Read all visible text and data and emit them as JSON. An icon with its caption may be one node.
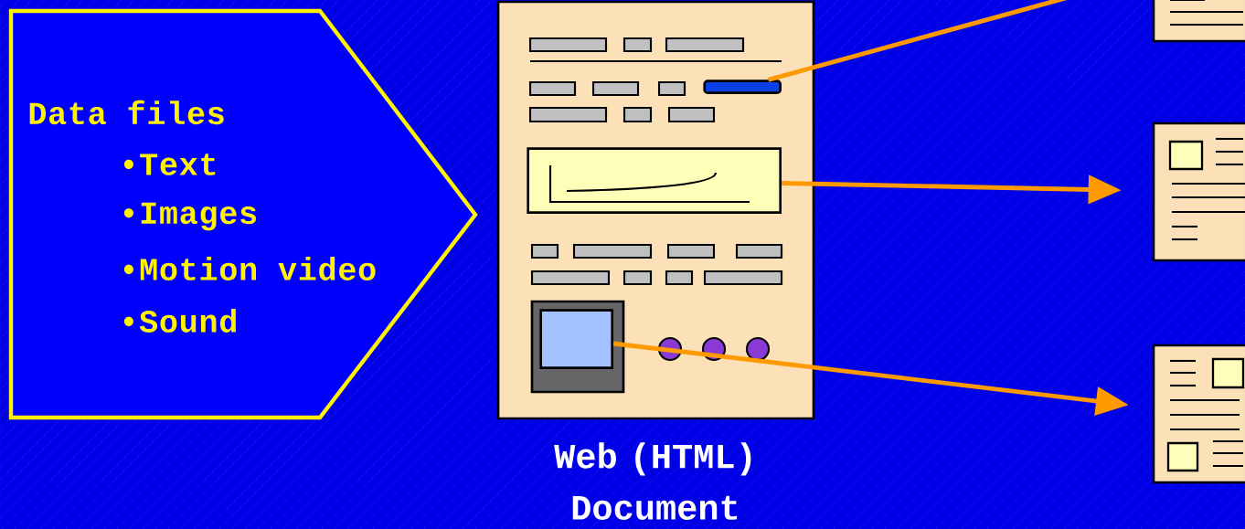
{
  "diagram": {
    "nodes": [
      {
        "text": [
          "Data files",
          "•Text",
          "•Images",
          "•Motion video",
          "•Sound"
        ]
      },
      {
        "text": [],
        "shape": "box",
        "beside": [
          "Web (HTML) Document"
        ]
      },
      {
        "text": [],
        "shape": "bar",
        "in": 1
      },
      {
        "text": [],
        "shape": "box",
        "in": 1
      },
      {
        "text": [],
        "shape": "box",
        "in": 1
      },
      {
        "text": [],
        "shape": "box"
      },
      {
        "text": [],
        "shape": "box"
      },
      {
        "text": [],
        "shape": "box"
      }
    ],
    "edges": [
      {
        "from": 2,
        "to": null,
        "arrow": "none"
      },
      {
        "from": 3,
        "to": 6,
        "arrow": "to"
      },
      {
        "from": 4,
        "to": 7,
        "arrow": "to"
      }
    ]
  }
}
